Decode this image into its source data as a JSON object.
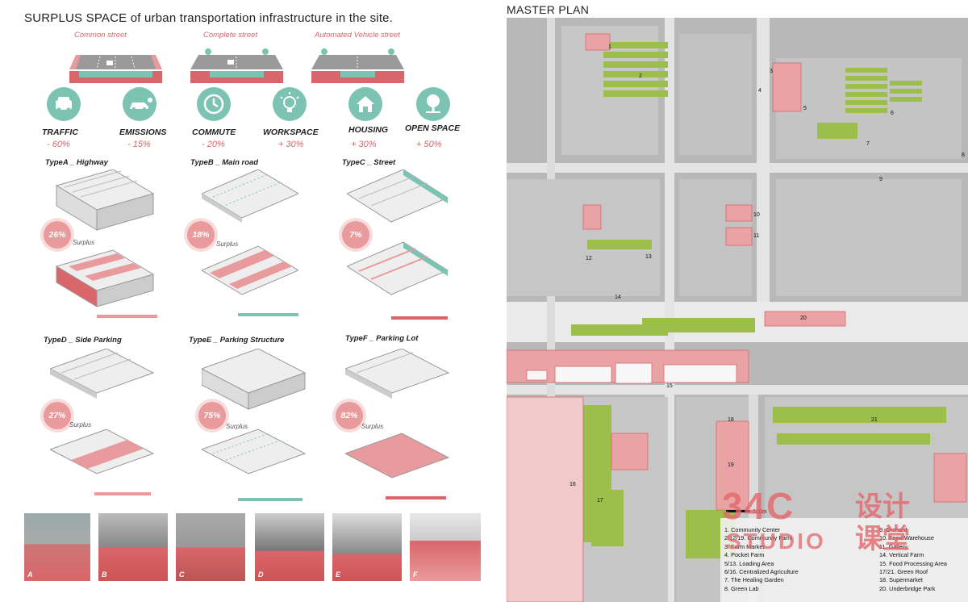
{
  "left": {
    "title": "SURPLUS SPACE of  urban transportation infrastructure in the site.",
    "streets": [
      "Common street",
      "Complete street",
      "Automated Vehicle street"
    ],
    "stats": [
      {
        "label": "TRAFFIC",
        "value": "- 60%",
        "icon": "car-icon"
      },
      {
        "label": "EMISSIONS",
        "value": "- 15%",
        "icon": "emission-car-icon"
      },
      {
        "label": "COMMUTE",
        "value": "- 20%",
        "icon": "clock-icon"
      },
      {
        "label": "WORKSPACE",
        "value": "+ 30%",
        "icon": "lightbulb-icon"
      },
      {
        "label": "HOUSING",
        "value": "+ 30%",
        "icon": "house-icon"
      },
      {
        "label": "OPEN SPACE",
        "value": "+ 50%",
        "icon": "tree-icon"
      }
    ],
    "types": [
      {
        "label": "TypeA _ Highway",
        "pct": "26%"
      },
      {
        "label": "TypeB _ Main road",
        "pct": "18%"
      },
      {
        "label": "TypeC _ Street",
        "pct": "7%"
      },
      {
        "label": "TypeD _ Side Parking",
        "pct": "27%"
      },
      {
        "label": "TypeE _ Parking Structure",
        "pct": "75%"
      },
      {
        "label": "TypeF _ Parking Lot",
        "pct": "82%"
      }
    ],
    "surplus_label": "Surplus",
    "photos": [
      "A",
      "B",
      "C",
      "D",
      "E",
      "F"
    ]
  },
  "master_plan": {
    "title": "MASTER PLAN",
    "scale": "100m",
    "site_numbers": [
      "1",
      "2",
      "3",
      "4",
      "5",
      "6",
      "7",
      "8",
      "9",
      "10",
      "11",
      "12",
      "13",
      "14",
      "15",
      "16",
      "17",
      "18",
      "19",
      "20",
      "21"
    ],
    "legend_left": [
      "1. Community Center",
      "2/12/19. Community Farm",
      "3. Farm Market",
      "4. Pocket Farm",
      "5/13. Loading Area",
      "6/16. Centralized Agriculture",
      "7. The Healing Garden",
      "8. Green Lab"
    ],
    "legend_right": [
      "9. Orchard",
      "10. Food Warehouse",
      "11. Gallery",
      "14. Vertical Farm",
      "15. Food Processing Area",
      "17/21. Green Roof",
      "18. Supermarket",
      "20. Underbridge Park"
    ]
  },
  "watermark": {
    "brand": "34C",
    "chars": "设计",
    "chars2": "课堂",
    "sub": "STUDIO"
  },
  "colors": {
    "accent_red": "#d9666a",
    "teal": "#7cc3b4",
    "pink": "#e99a9c"
  }
}
